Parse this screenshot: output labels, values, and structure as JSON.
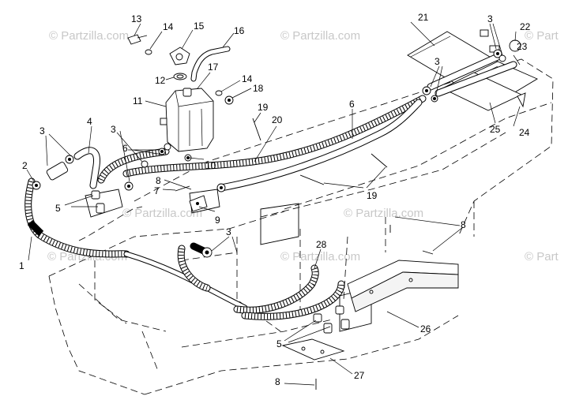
{
  "watermark": {
    "text": "© Partzilla.com",
    "text_cut": "© Part"
  },
  "callouts": [
    "1",
    "2",
    "3",
    "4",
    "5",
    "6",
    "7",
    "8",
    "9",
    "10",
    "11",
    "12",
    "13",
    "14",
    "15",
    "16",
    "17",
    "18",
    "19",
    "20",
    "21",
    "22",
    "23",
    "24",
    "25",
    "26",
    "27",
    "28"
  ]
}
